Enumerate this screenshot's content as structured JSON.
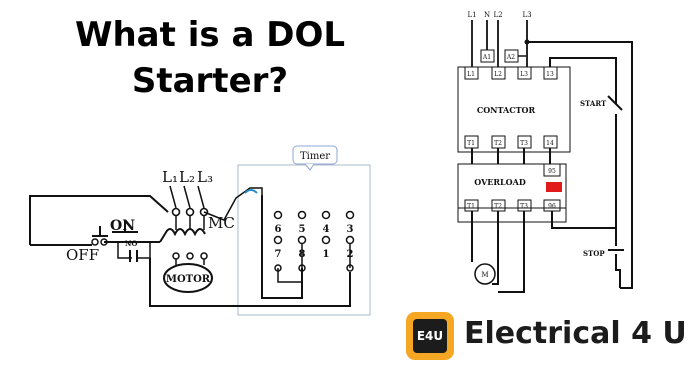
{
  "title": {
    "line1": "What is a DOL",
    "line2": "Starter?"
  },
  "left_circuit": {
    "timer_label": "Timer",
    "supply_labels": [
      "L₁",
      "L₂",
      "L₃"
    ],
    "mc_label": "MC",
    "on_label": "ON",
    "off_label": "OFF",
    "no_label": "NO",
    "motor_label": "MOTOR",
    "timer_terminals_top": [
      "6",
      "5",
      "4",
      "3"
    ],
    "timer_terminals_bottom": [
      "7",
      "8",
      "1",
      "2"
    ]
  },
  "right_circuit": {
    "supply_labels": [
      "L1",
      "N",
      "L2",
      "L3"
    ],
    "coil_terminals": [
      "A1",
      "A2"
    ],
    "contactor_inputs": [
      "L1",
      "L2",
      "L3",
      "13"
    ],
    "contactor_label": "CONTACTOR",
    "contactor_outputs": [
      "T1",
      "T2",
      "T3",
      "14"
    ],
    "overload_label": "OVERLOAD",
    "overload_aux_top": "95",
    "overload_aux_bottom": "96",
    "overload_outputs": [
      "T1",
      "T2",
      "T3"
    ],
    "start_label": "START",
    "stop_label": "STOP",
    "motor_label": "M"
  },
  "brand": {
    "logo_text": "E4U",
    "name": "Electrical 4 U"
  },
  "colors": {
    "overload_indicator": "#e0191b",
    "timer_box_border": "#aeb8c8",
    "timer_callout_border": "#8fa6d8",
    "logo_orange": "#f5a623",
    "logo_dark": "#1c1c1c"
  }
}
